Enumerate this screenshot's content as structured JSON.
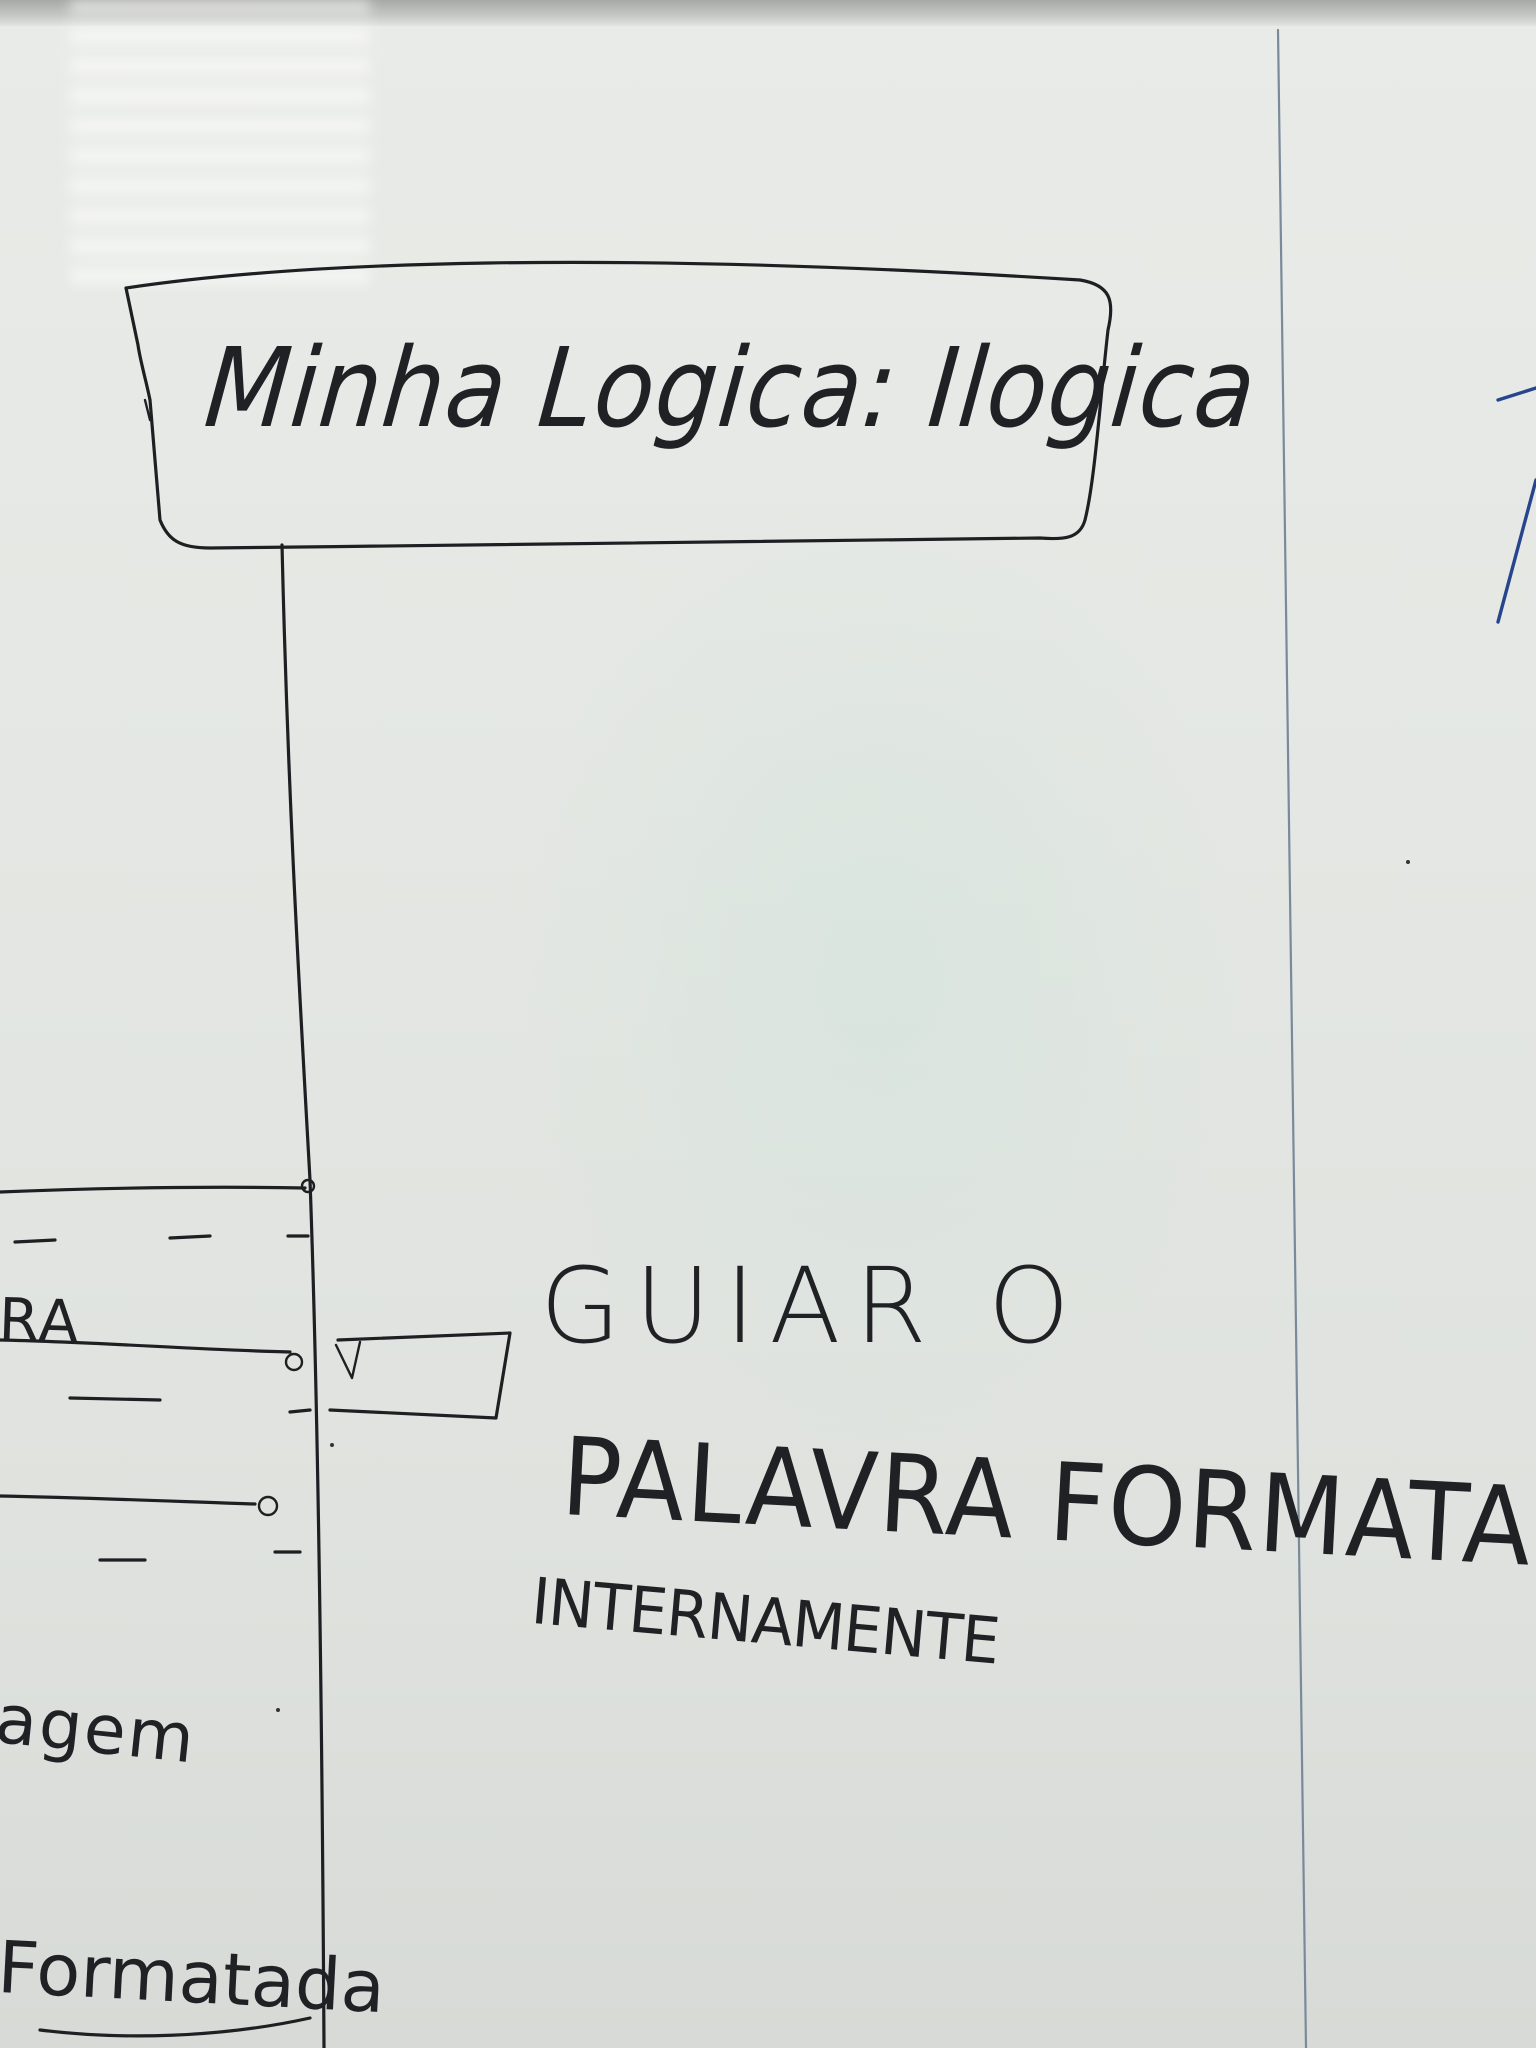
{
  "whiteboard": {
    "title_box": {
      "label": "Minha Logica: Ilogica"
    },
    "note": {
      "line1": "GUIAR O",
      "line2": "PALAVRA FORMATADA",
      "line3": "INTERNAMENTE"
    },
    "left_fragments": {
      "frag1": "RA",
      "frag2": "agem",
      "frag3": "Formatada"
    }
  }
}
